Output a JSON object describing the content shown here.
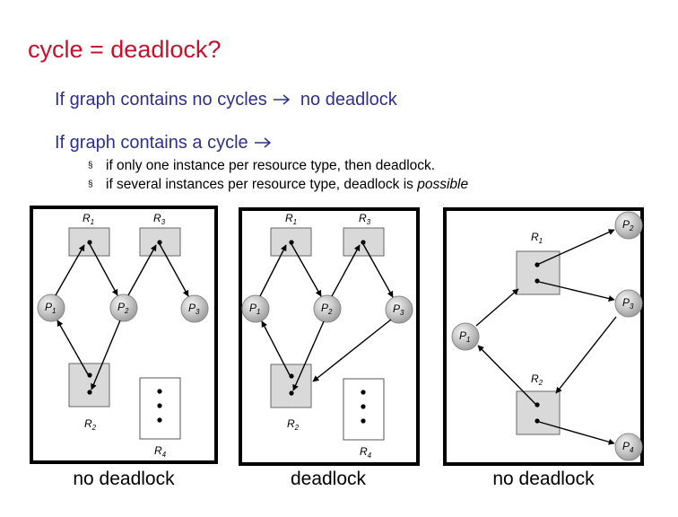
{
  "slide": {
    "title": "cycle = deadlock?",
    "points": [
      {
        "text": "If graph contains no cycles",
        "arrow": "→",
        "result": "no deadlock"
      },
      {
        "text": "If graph contains a cycle",
        "arrow": "→",
        "result": ""
      }
    ],
    "subpoints": [
      {
        "bullet": "§",
        "text": "if only one instance per resource type, then deadlock.",
        "emphasis": ""
      },
      {
        "bullet": "§",
        "text": "if several instances per resource type, deadlock is ",
        "emphasis": "possible"
      }
    ]
  },
  "graphs": [
    {
      "caption": "no deadlock",
      "labels": {
        "R1": "R",
        "R1_sub": "1",
        "R2": "R",
        "R2_sub": "2",
        "R3": "R",
        "R3_sub": "3",
        "R4": "R",
        "R4_sub": "4",
        "P1": "P",
        "P1_sub": "1",
        "P2": "P",
        "P2_sub": "2",
        "P3": "P",
        "P3_sub": "3"
      }
    },
    {
      "caption": "deadlock",
      "labels": {
        "R1": "R",
        "R1_sub": "1",
        "R2": "R",
        "R2_sub": "2",
        "R3": "R",
        "R3_sub": "3",
        "R4": "R",
        "R4_sub": "4",
        "P1": "P",
        "P1_sub": "1",
        "P2": "P",
        "P2_sub": "2",
        "P3": "P",
        "P3_sub": "3"
      }
    },
    {
      "caption": "no deadlock",
      "labels": {
        "R1": "R",
        "R1_sub": "1",
        "R2": "R",
        "R2_sub": "2",
        "P1": "P",
        "P1_sub": "1",
        "P2": "P",
        "P2_sub": "2",
        "P3": "P",
        "P3_sub": "3",
        "P4": "P",
        "P4_sub": "4"
      }
    }
  ],
  "colors": {
    "title": "#c8102e",
    "bullet_text": "#2f3088",
    "resource_fill": "#d9d9d9",
    "frame": "#000000"
  }
}
